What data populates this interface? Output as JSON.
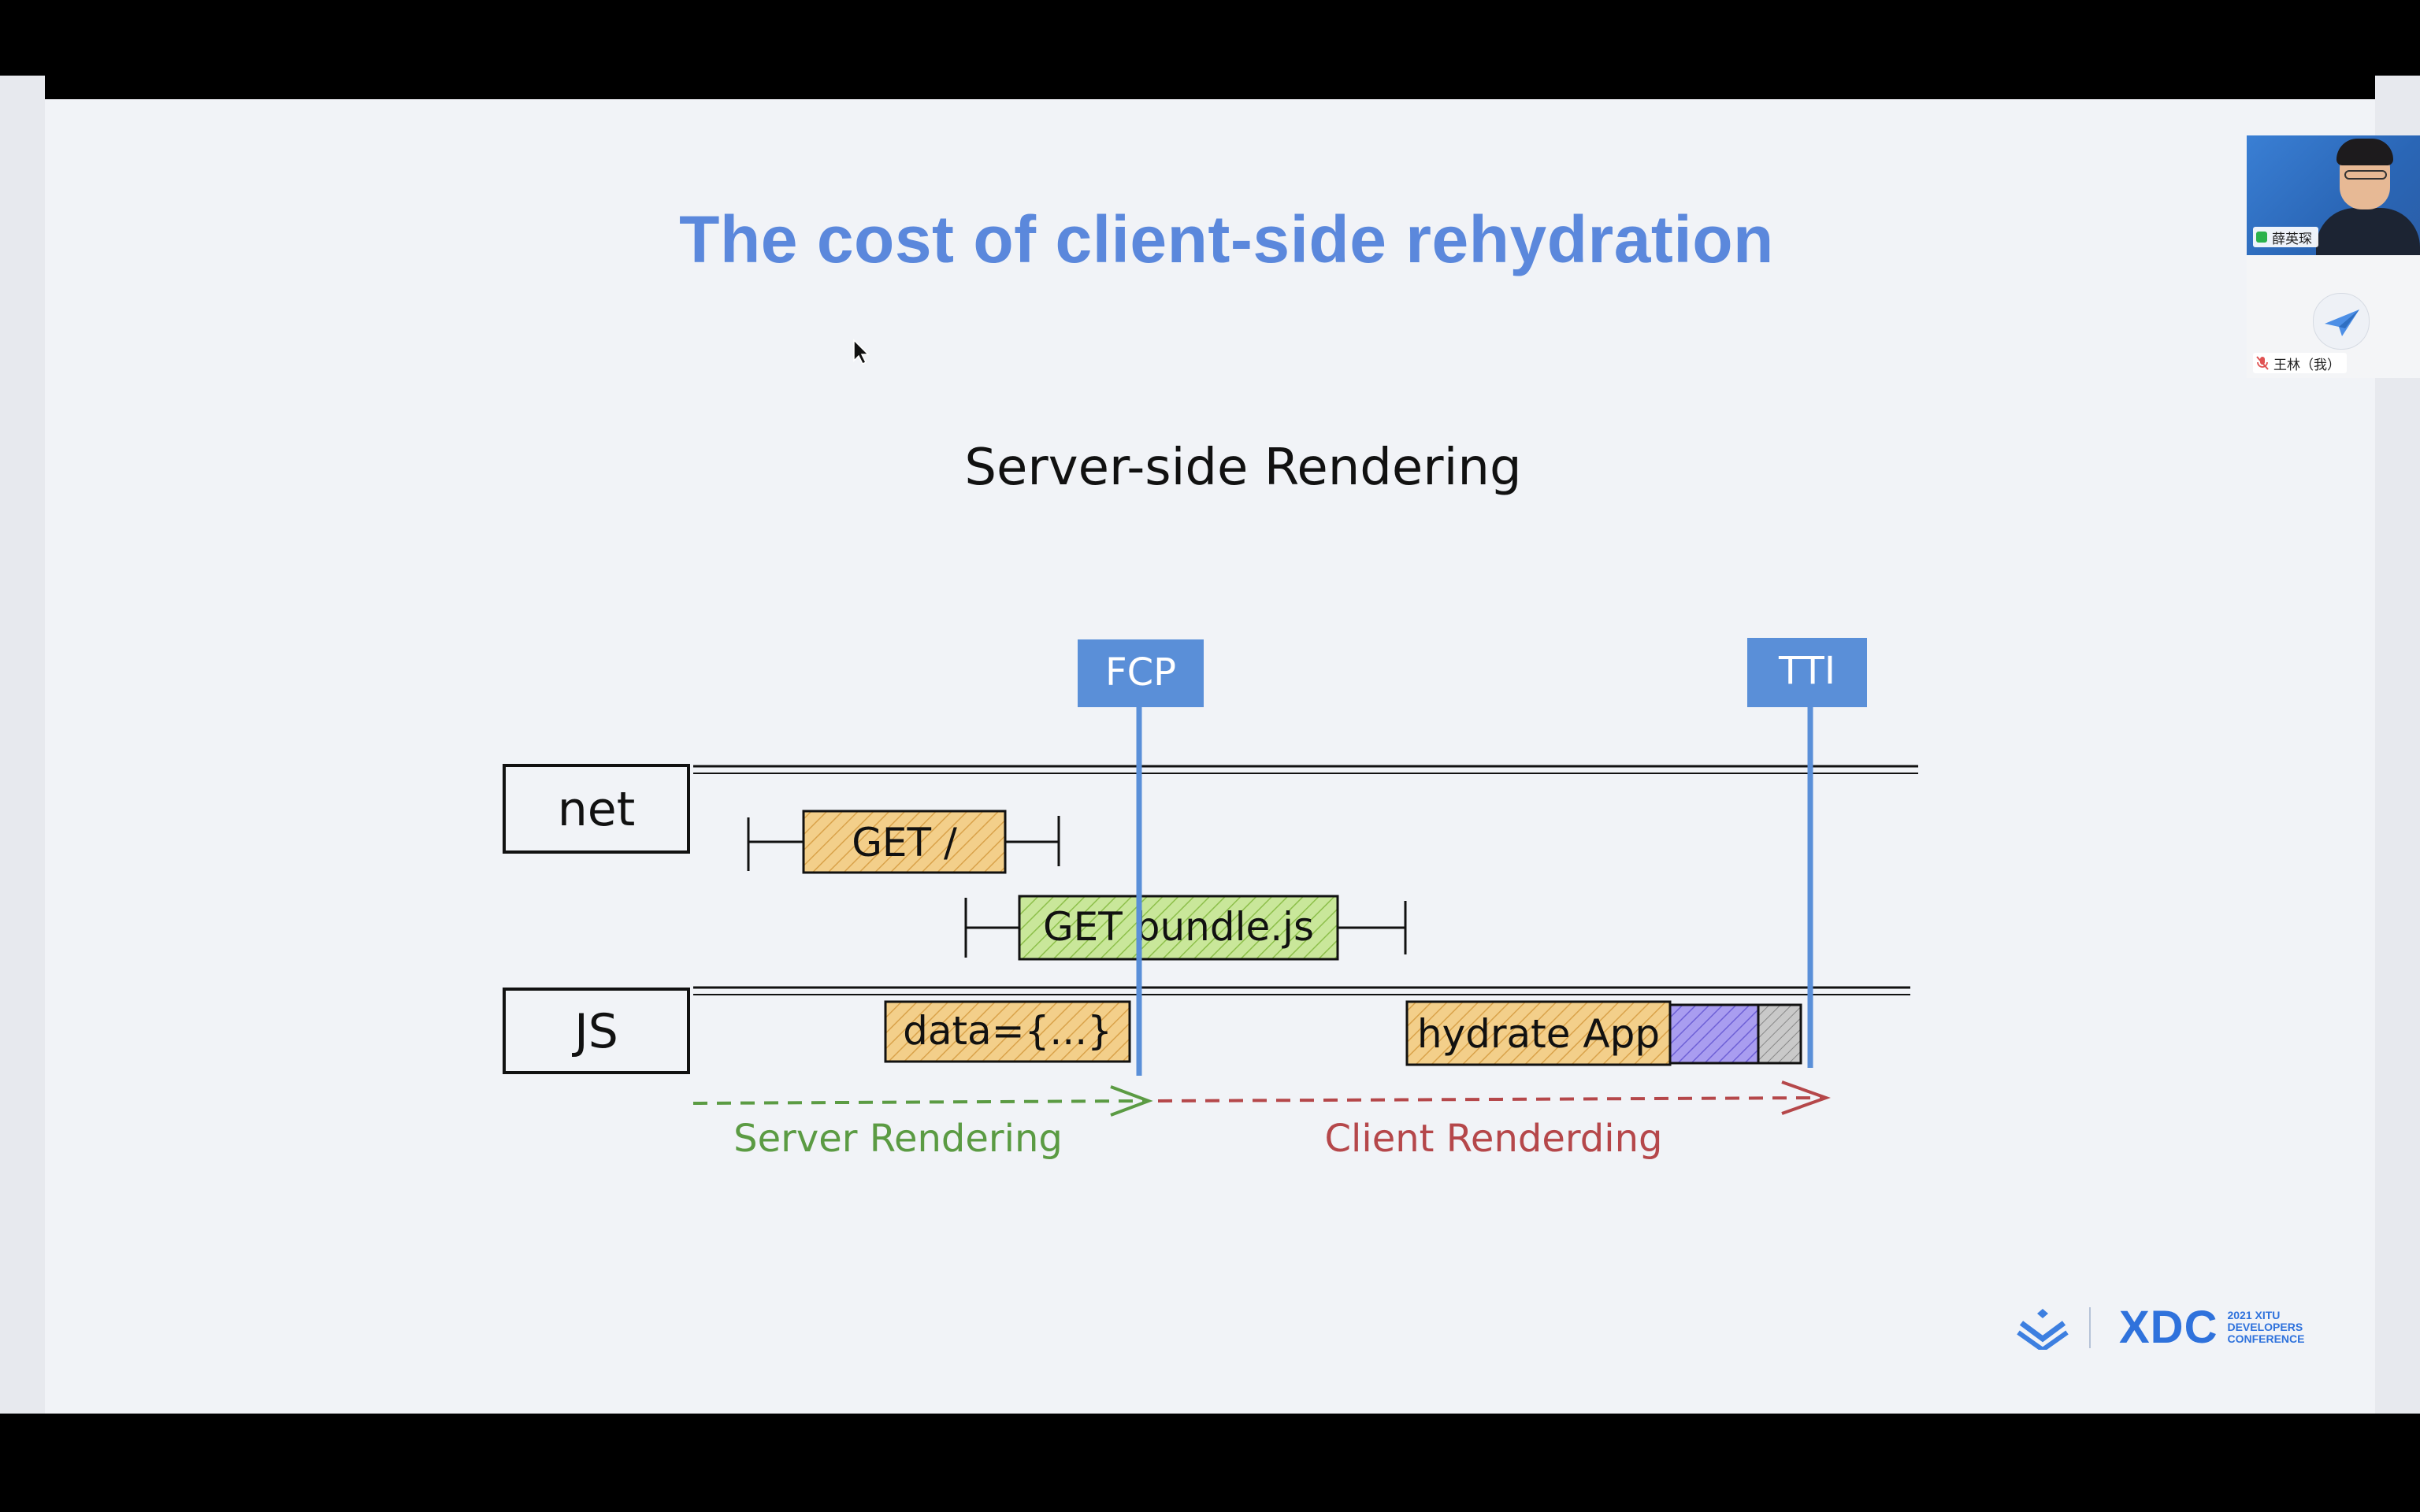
{
  "slide": {
    "title": "The cost of client-side rehydration"
  },
  "diagram": {
    "heading": "Server-side Rendering",
    "markers": [
      "FCP",
      "TTI"
    ],
    "lanes": [
      "net",
      "JS"
    ],
    "blocks": {
      "get_root": "GET /",
      "get_bundle": "GET bundle.js",
      "data": "data={...}",
      "hydrate": "hydrate App"
    },
    "phases": {
      "server": "Server Rendering",
      "client": "Client Renderding"
    },
    "colors": {
      "marker": "#5a8fd8",
      "block_orange": "#f3cf8a",
      "block_green": "#c9e79a",
      "block_purple": "#a99df0",
      "server_arrow": "#5b9b43",
      "client_arrow": "#b5474a"
    }
  },
  "video": {
    "speaker_name": "薛英琛",
    "self_name": "王林（我）",
    "self_icon": "mic-muted-icon"
  },
  "branding": {
    "logo_text": "XDC",
    "logo_sub": [
      "2021 XITU",
      "DEVELOPERS",
      "CONFERENCE"
    ]
  }
}
